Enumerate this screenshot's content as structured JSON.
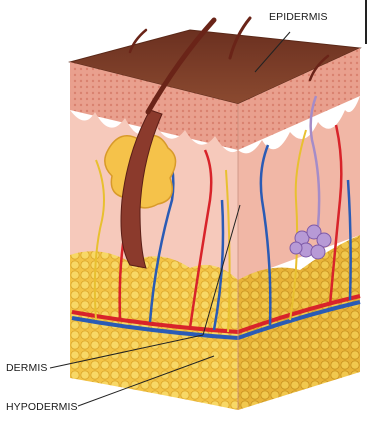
{
  "labels": {
    "epidermis": "EPIDERMIS",
    "dermis": "DERMIS",
    "hypodermis": "HYPODERMIS"
  },
  "colors": {
    "epidermis_top": "#7a3a26",
    "dermis": "#f4b8a6",
    "dermis_front": "#f7cfc2",
    "hypodermis": "#f5cc4a",
    "artery": "#d8232a",
    "vein": "#2a5bb5",
    "nerve": "#e8c030",
    "hair": "#7a2a22",
    "sweat_gland": "#a58cc8"
  }
}
